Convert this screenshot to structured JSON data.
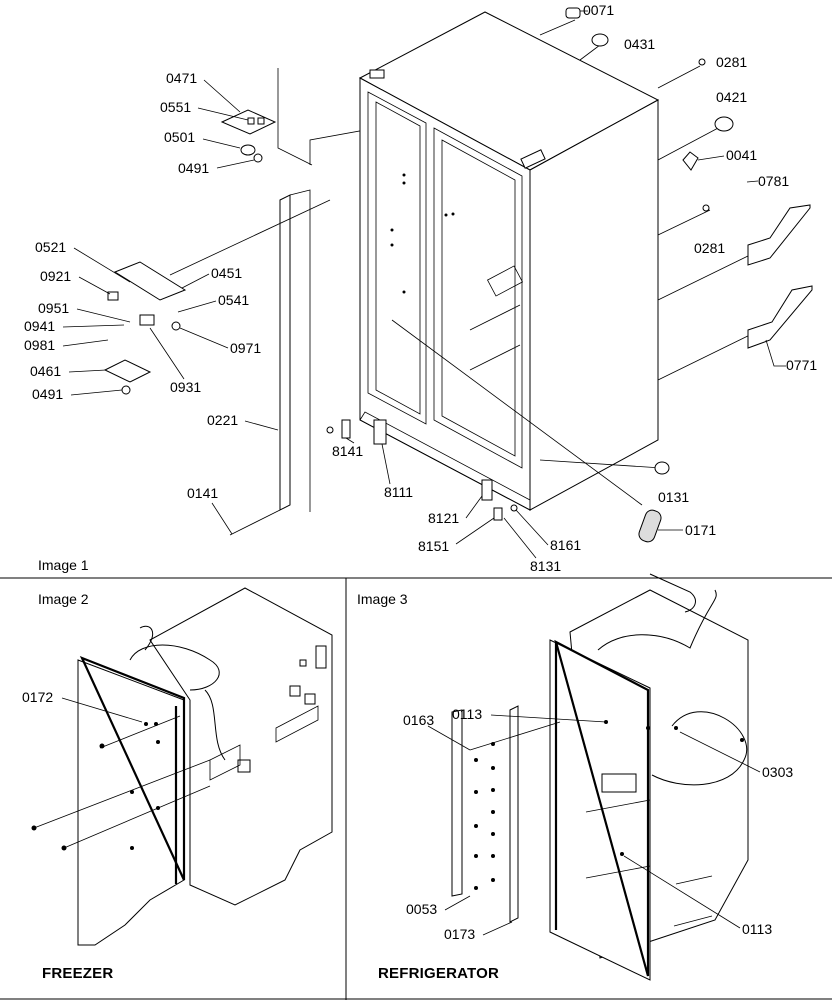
{
  "panels": [
    {
      "label": "Image 1"
    },
    {
      "label": "Image 2",
      "caption": "FREEZER"
    },
    {
      "label": "Image 3",
      "caption": "REFRIGERATOR"
    }
  ],
  "callouts": [
    {
      "num": "0071",
      "panel": 1
    },
    {
      "num": "0431",
      "panel": 1
    },
    {
      "num": "0281",
      "panel": 1
    },
    {
      "num": "0421",
      "panel": 1
    },
    {
      "num": "0041",
      "panel": 1
    },
    {
      "num": "0781",
      "panel": 1
    },
    {
      "num": "0281",
      "panel": 1
    },
    {
      "num": "0771",
      "panel": 1
    },
    {
      "num": "0471",
      "panel": 1
    },
    {
      "num": "0551",
      "panel": 1
    },
    {
      "num": "0501",
      "panel": 1
    },
    {
      "num": "0491",
      "panel": 1
    },
    {
      "num": "0521",
      "panel": 1
    },
    {
      "num": "0921",
      "panel": 1
    },
    {
      "num": "0451",
      "panel": 1
    },
    {
      "num": "0541",
      "panel": 1
    },
    {
      "num": "0951",
      "panel": 1
    },
    {
      "num": "0941",
      "panel": 1
    },
    {
      "num": "0981",
      "panel": 1
    },
    {
      "num": "0971",
      "panel": 1
    },
    {
      "num": "0461",
      "panel": 1
    },
    {
      "num": "0931",
      "panel": 1
    },
    {
      "num": "0491",
      "panel": 1
    },
    {
      "num": "0221",
      "panel": 1
    },
    {
      "num": "8141",
      "panel": 1
    },
    {
      "num": "8111",
      "panel": 1
    },
    {
      "num": "0141",
      "panel": 1
    },
    {
      "num": "8121",
      "panel": 1
    },
    {
      "num": "8151",
      "panel": 1
    },
    {
      "num": "8161",
      "panel": 1
    },
    {
      "num": "8131",
      "panel": 1
    },
    {
      "num": "0131",
      "panel": 1
    },
    {
      "num": "0171",
      "panel": 1
    },
    {
      "num": "0172",
      "panel": 2
    },
    {
      "num": "0163",
      "panel": 3
    },
    {
      "num": "0113",
      "panel": 3
    },
    {
      "num": "0303",
      "panel": 3
    },
    {
      "num": "0053",
      "panel": 3
    },
    {
      "num": "0173",
      "panel": 3
    },
    {
      "num": "0113",
      "panel": 3
    }
  ]
}
